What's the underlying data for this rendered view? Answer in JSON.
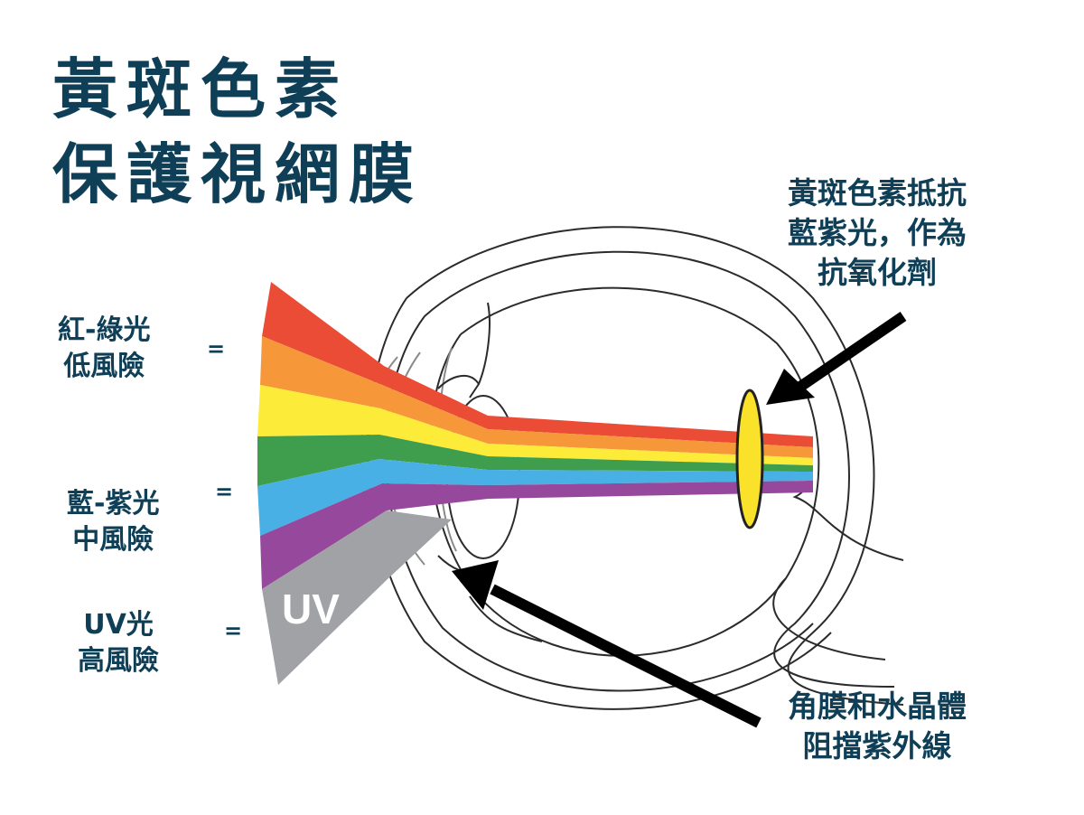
{
  "title": {
    "line1": "黃斑色素",
    "line2": "保護視網膜"
  },
  "risk_levels": [
    {
      "line1": "紅-綠光",
      "line2": "低風險",
      "symbol": "="
    },
    {
      "line1": "藍-紫光",
      "line2": "中風險",
      "symbol": "="
    },
    {
      "line1": "UV光",
      "line2": "高風險",
      "symbol": "="
    }
  ],
  "spectrum_label": "UV",
  "annotations": {
    "macula": {
      "line1": "黃斑色素抵抗",
      "line2": "藍紫光，作為",
      "line3": "抗氧化劑"
    },
    "lens": {
      "line1": "角膜和水晶體",
      "line2": "阻擋紫外線"
    }
  },
  "colors": {
    "title": "#0f3f57",
    "red": "#ea4c36",
    "orange": "#f6983a",
    "yellow": "#fdeb3a",
    "green": "#3f9e4e",
    "blue": "#49b0e5",
    "purple": "#96499c",
    "uv": "#a0a2a5",
    "macula": "#fbe22a"
  }
}
